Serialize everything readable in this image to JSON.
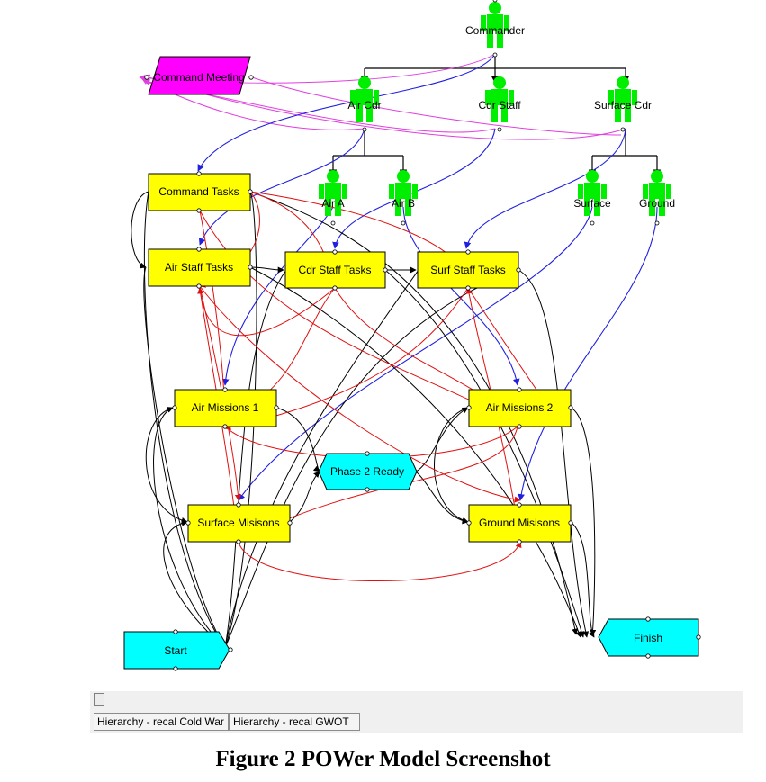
{
  "diagram": {
    "task_nodes": [
      {
        "key": "command",
        "label": "Command Tasks"
      },
      {
        "key": "air_staff",
        "label": "Air Staff Tasks"
      },
      {
        "key": "cdr_staff",
        "label": "Cdr Staff Tasks"
      },
      {
        "key": "surf_staff",
        "label": "Surf Staff Tasks"
      },
      {
        "key": "air_m1",
        "label": "Air Missions 1"
      },
      {
        "key": "air_m2",
        "label": "Air Missions 2"
      },
      {
        "key": "surface_m",
        "label": "Surface Misisons"
      },
      {
        "key": "ground_m",
        "label": "Ground Misisons"
      }
    ],
    "event_nodes": [
      {
        "key": "phase2",
        "label": "Phase 2 Ready"
      },
      {
        "key": "start",
        "label": "Start"
      },
      {
        "key": "finish",
        "label": "Finish"
      }
    ],
    "meeting_node": {
      "label": "Command Meeting"
    },
    "people": [
      {
        "key": "commander",
        "label": "Commander"
      },
      {
        "key": "air_cdr",
        "label": "Air Cdr"
      },
      {
        "key": "cdr_staff_p",
        "label": "Cdr Staff"
      },
      {
        "key": "surface_cdr",
        "label": "Surface Cdr"
      },
      {
        "key": "air_a",
        "label": "Air A"
      },
      {
        "key": "air_b",
        "label": "Air B"
      },
      {
        "key": "surface_p",
        "label": "Surface"
      },
      {
        "key": "ground_p",
        "label": "Ground"
      }
    ],
    "colors": {
      "task_fill": "#ffff00",
      "event_fill": "#00ffff",
      "meeting_fill": "#ff00ff",
      "person_fill": "#00ee00",
      "precedence_link": "#000000",
      "assignment_link": "#2020e0",
      "meeting_link": "#e040e0",
      "communication_link": "#e01010"
    }
  },
  "tabs": [
    {
      "label": "Hierarchy - recal Cold War"
    },
    {
      "label": "Hierarchy - recal GWOT"
    }
  ],
  "caption": "Figure 2 POWer Model Screenshot"
}
